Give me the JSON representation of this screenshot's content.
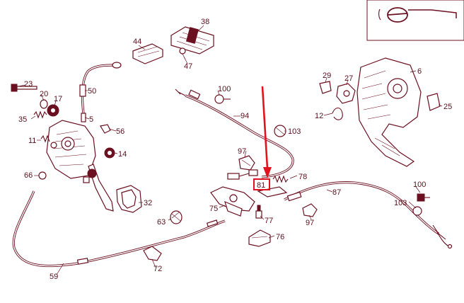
{
  "diagram": {
    "callouts": [
      {
        "id": "38",
        "label": "38"
      },
      {
        "id": "44",
        "label": "44"
      },
      {
        "id": "47",
        "label": "47"
      },
      {
        "id": "50",
        "label": "50"
      },
      {
        "id": "23",
        "label": "23"
      },
      {
        "id": "20",
        "label": "20"
      },
      {
        "id": "17",
        "label": "17"
      },
      {
        "id": "35",
        "label": "35"
      },
      {
        "id": "5",
        "label": "5"
      },
      {
        "id": "56",
        "label": "56"
      },
      {
        "id": "11",
        "label": "11"
      },
      {
        "id": "14",
        "label": "14"
      },
      {
        "id": "66",
        "label": "66"
      },
      {
        "id": "32",
        "label": "32"
      },
      {
        "id": "63",
        "label": "63"
      },
      {
        "id": "59",
        "label": "59"
      },
      {
        "id": "72",
        "label": "72"
      },
      {
        "id": "75",
        "label": "75"
      },
      {
        "id": "77",
        "label": "77"
      },
      {
        "id": "76",
        "label": "76"
      },
      {
        "id": "81",
        "label": "81"
      },
      {
        "id": "78",
        "label": "78"
      },
      {
        "id": "97a",
        "label": "97"
      },
      {
        "id": "97b",
        "label": "97"
      },
      {
        "id": "87",
        "label": "87"
      },
      {
        "id": "100a",
        "label": "100"
      },
      {
        "id": "100b",
        "label": "100"
      },
      {
        "id": "94",
        "label": "94"
      },
      {
        "id": "103a",
        "label": "103"
      },
      {
        "id": "103b",
        "label": "103"
      },
      {
        "id": "29",
        "label": "29"
      },
      {
        "id": "27",
        "label": "27"
      },
      {
        "id": "6",
        "label": "6"
      },
      {
        "id": "12",
        "label": "12"
      },
      {
        "id": "25",
        "label": "25"
      }
    ],
    "highlight": {
      "callout": "81",
      "color": "#e0141e"
    },
    "colors": {
      "line": "#6b1020",
      "text": "#5a0f1c",
      "accent": "#e0141e"
    }
  }
}
